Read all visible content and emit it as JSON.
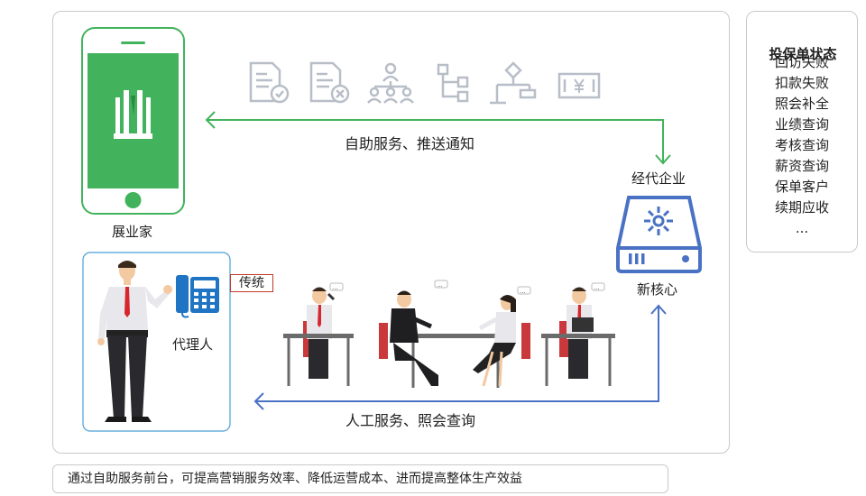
{
  "colors": {
    "green": "#42b35c",
    "blue": "#4a72c4",
    "phone_green": "#2fb062",
    "gray_icon": "#b8bec8",
    "tie_red": "#d8262e",
    "chair_red": "#c9393b",
    "trad_border": "#c0392b"
  },
  "icons": [
    "document-check-icon",
    "document-cancel-icon",
    "org-chart-icon",
    "tree-structure-icon",
    "flowchart-icon",
    "banknote-icon"
  ],
  "labels": {
    "zhanyejia": "展业家",
    "self_service": "自助服务、推送通知",
    "agency_enterprise": "经代企业",
    "new_core": "新核心",
    "agent": "代理人",
    "traditional": "传统",
    "manual_service": "人工服务、照会查询"
  },
  "status_panel": {
    "title": "投保单状态",
    "items": [
      "回访失败",
      "扣款失败",
      "照会补全",
      "业绩查询",
      "考核查询",
      "薪资查询",
      "保单客户",
      "续期应收",
      "..."
    ]
  },
  "footer": "通过自助服务前台，可提高营销服务效率、降低运营成本、进而提高整体生产效益"
}
